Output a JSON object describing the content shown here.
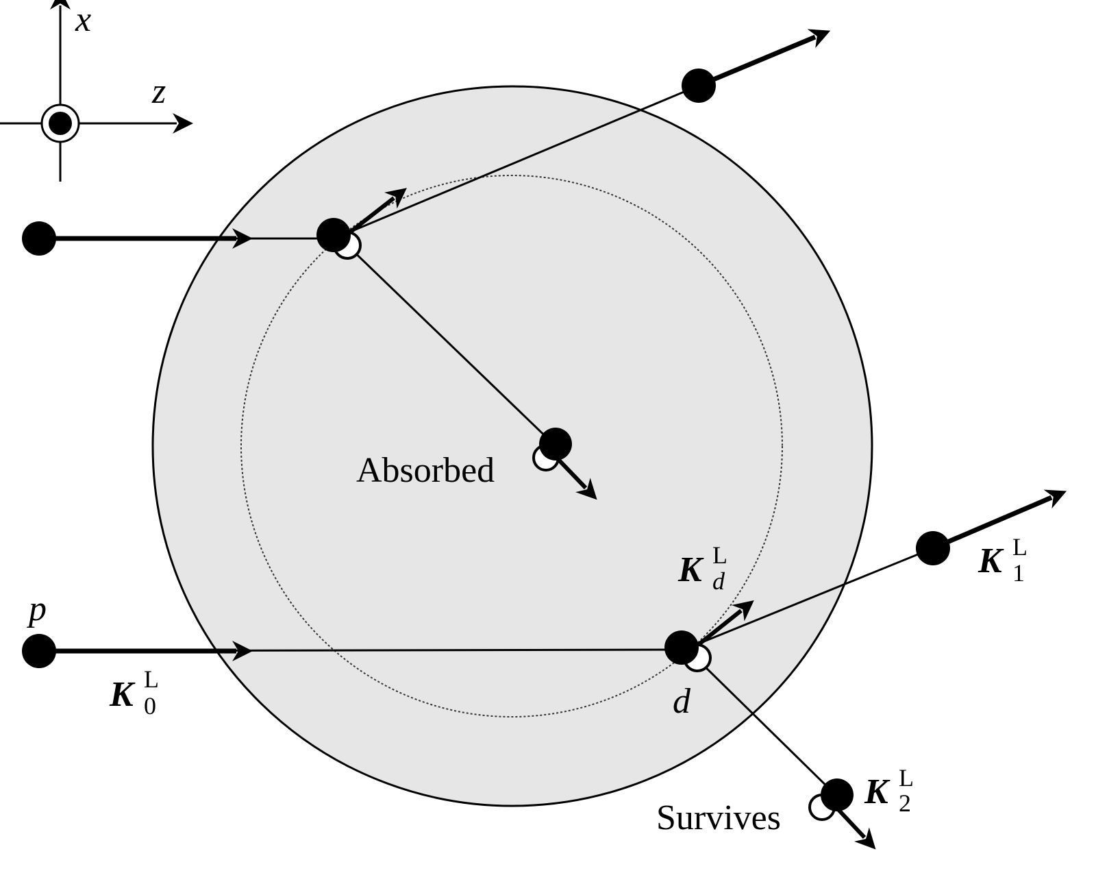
{
  "axes": {
    "x_label": "x",
    "z_label": "z"
  },
  "labels": {
    "absorbed": "Absorbed",
    "survives": "Survives",
    "p": "p",
    "d": "d",
    "K0": {
      "base": "K",
      "sup": "L",
      "sub": "0"
    },
    "Kd": {
      "base": "K",
      "sup": "L",
      "sub": "d"
    },
    "K1": {
      "base": "K",
      "sup": "L",
      "sub": "1"
    },
    "K2": {
      "base": "K",
      "sup": "L",
      "sub": "2"
    }
  },
  "colors": {
    "nucleus_fill": "#e6e6e6",
    "stroke": "#000000"
  }
}
